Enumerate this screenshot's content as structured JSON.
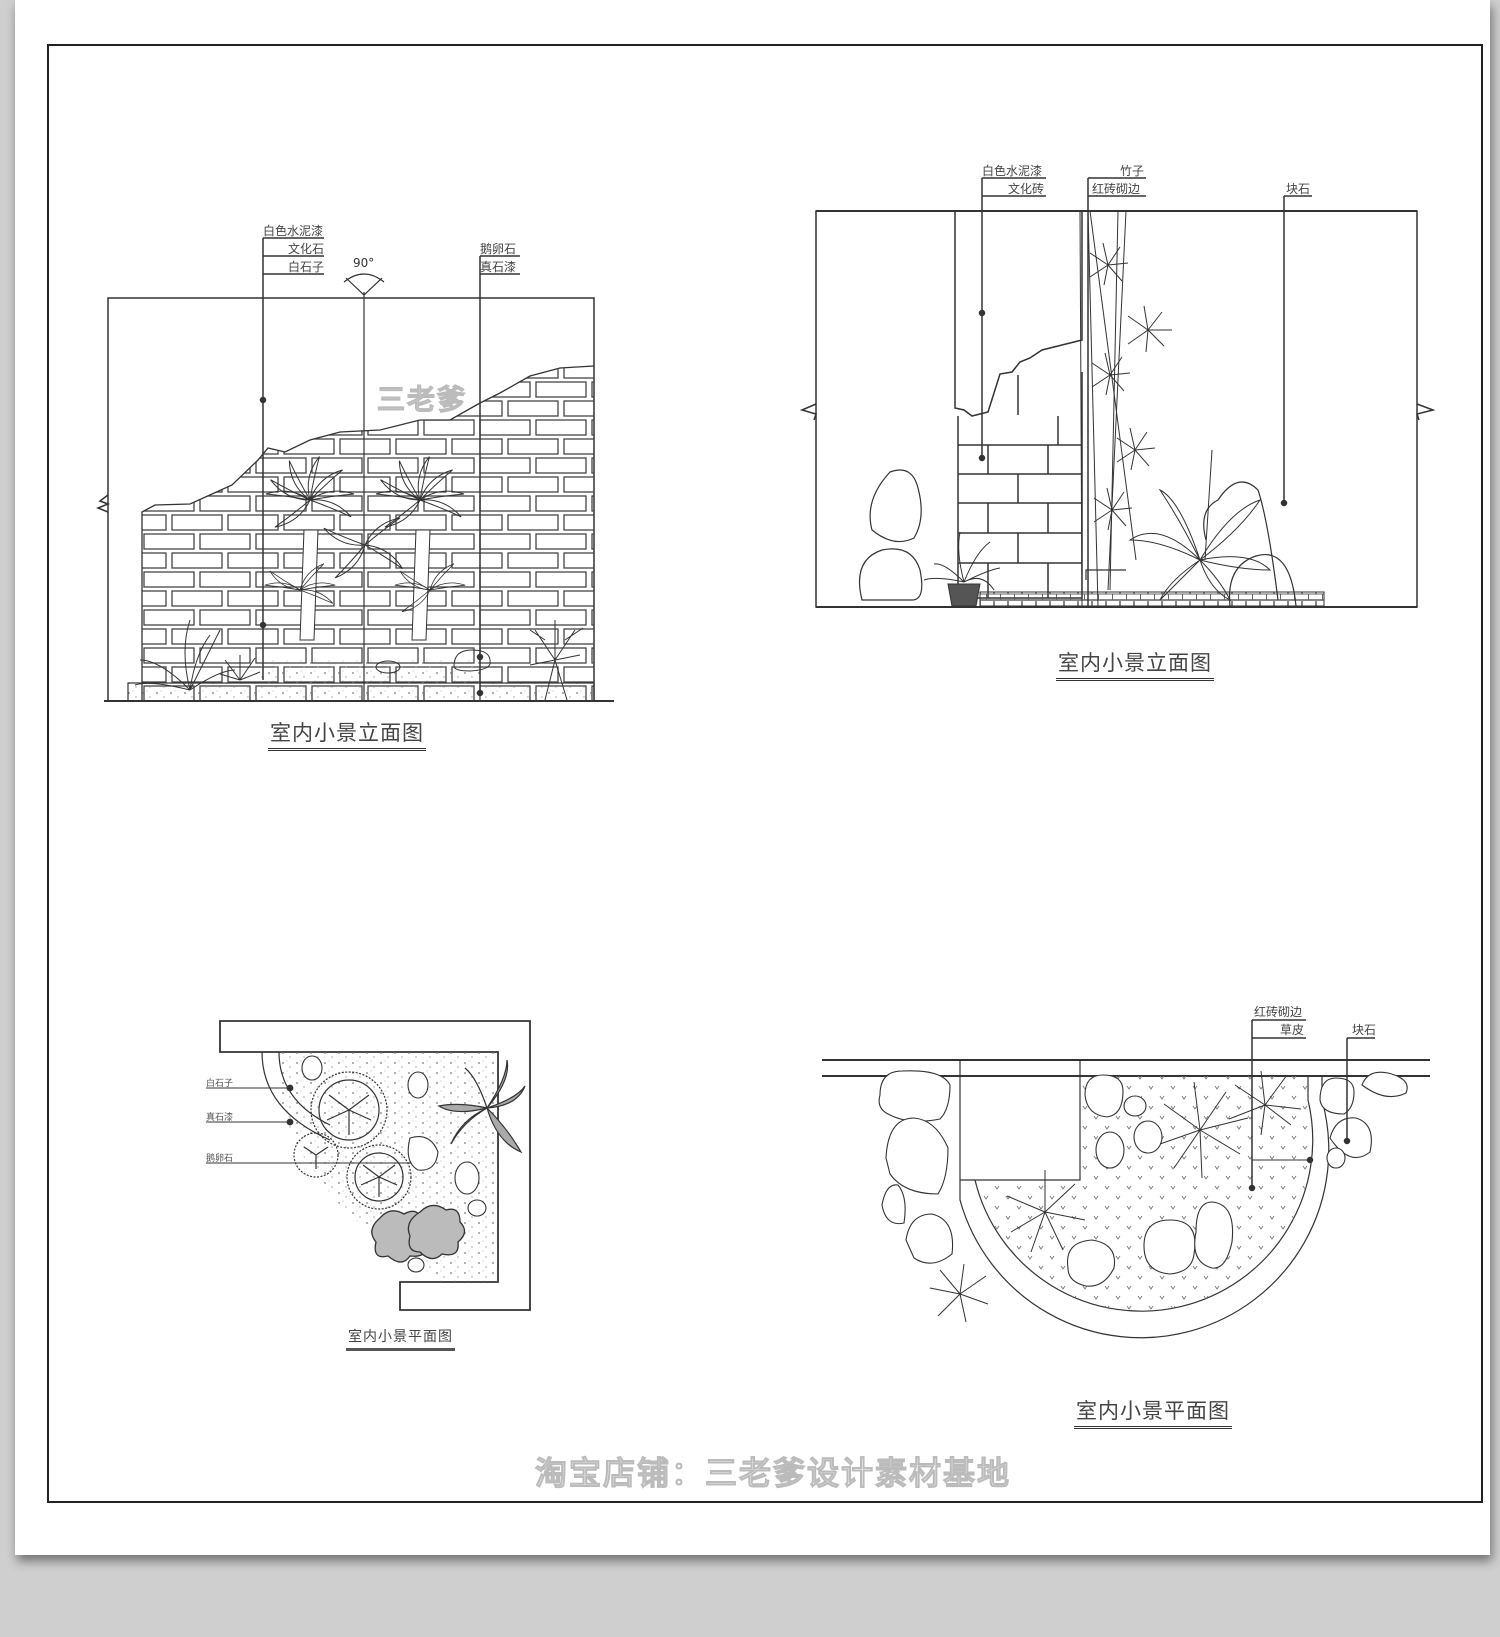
{
  "sheet": {
    "background_color": "#cfcfcf",
    "paper_color": "#ffffff",
    "line_color": "#333333"
  },
  "watermarks": {
    "center": "淘宝店铺：三老爹设计素材基地",
    "overlay": "三老爹"
  },
  "drawings": [
    {
      "id": "elevation-left",
      "title": "室内小景立面图",
      "angle": "90°",
      "callouts_left": [
        "白色水泥漆",
        "文化石",
        "白石子"
      ],
      "callouts_right": [
        "鹅卵石",
        "真石漆"
      ]
    },
    {
      "id": "elevation-right",
      "title": "室内小景立面图",
      "callouts_left": [
        "白色水泥漆",
        "文化砖"
      ],
      "callouts_mid": [
        "竹子",
        "红砖砌边"
      ],
      "callouts_right": [
        "块石"
      ]
    },
    {
      "id": "plan-left",
      "title": "室内小景平面图",
      "callouts_left": [
        "白石子",
        "真石漆",
        "鹅卵石"
      ]
    },
    {
      "id": "plan-right",
      "title": "室内小景平面图",
      "callouts_top": [
        "红砖砌边",
        "草皮"
      ],
      "callouts_right": [
        "块石"
      ]
    }
  ]
}
